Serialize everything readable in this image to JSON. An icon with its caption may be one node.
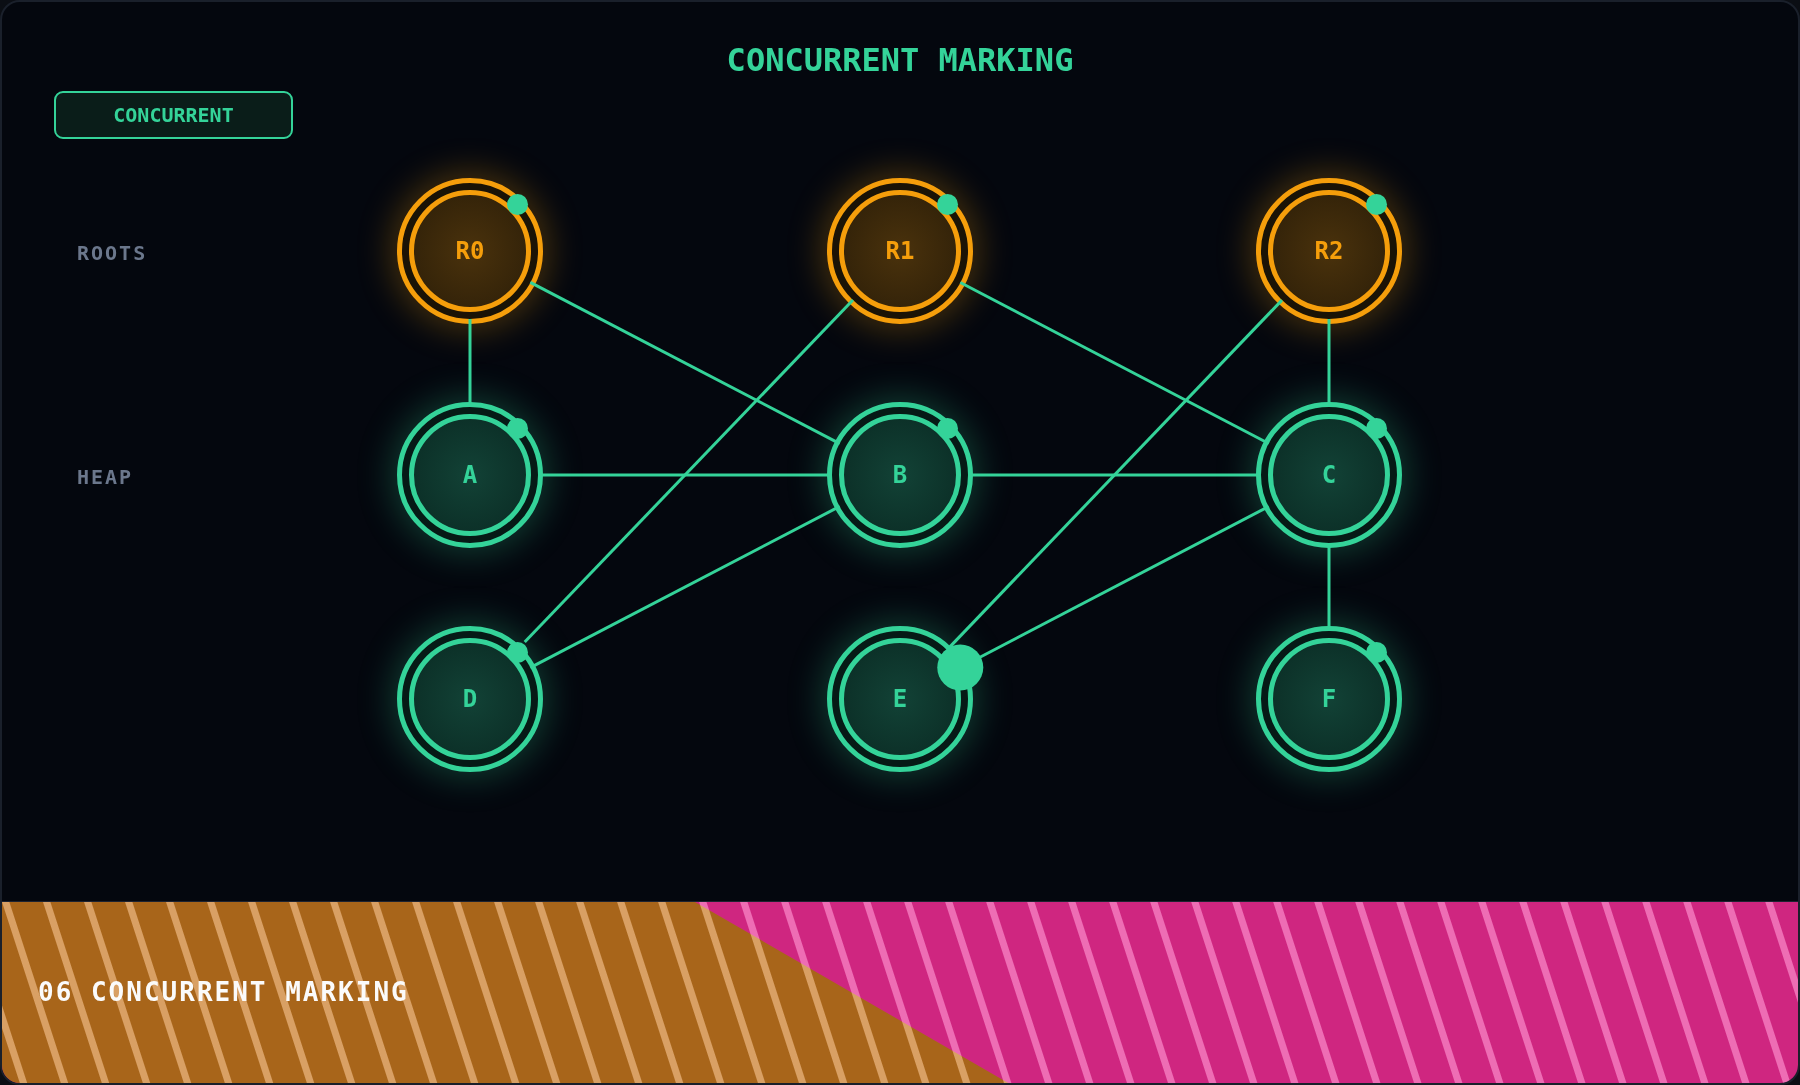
{
  "diagram": {
    "title": "CONCURRENT MARKING",
    "nodes": [
      {
        "text": [
          "CONCURRENT"
        ]
      },
      {
        "text": [
          "R0"
        ]
      },
      {
        "text": [
          "R1"
        ]
      },
      {
        "text": [
          "R2"
        ]
      },
      {
        "text": [
          "A"
        ]
      },
      {
        "text": [
          "B"
        ]
      },
      {
        "text": [
          "C"
        ]
      },
      {
        "text": [
          "D"
        ]
      },
      {
        "text": [
          "E"
        ]
      },
      {
        "text": [
          "F"
        ]
      },
      {
        "text": [
          "06 CONCURRENT MARKING"
        ]
      }
    ],
    "edges": [
      {
        "from": 1,
        "to": 4,
        "arrow": "none"
      },
      {
        "from": 1,
        "to": 5,
        "arrow": "none"
      },
      {
        "from": 2,
        "to": 7,
        "arrow": "none"
      },
      {
        "from": 2,
        "to": 6,
        "arrow": "none"
      },
      {
        "from": 3,
        "to": 8,
        "arrow": "none"
      },
      {
        "from": 3,
        "to": 6,
        "arrow": "none"
      },
      {
        "from": 6,
        "to": 9,
        "arrow": "none"
      },
      {
        "from": 4,
        "to": 5,
        "arrow": "none"
      },
      {
        "from": 5,
        "to": 6,
        "arrow": "none"
      },
      {
        "from": 5,
        "to": 7,
        "arrow": "none"
      },
      {
        "from": 6,
        "to": 8,
        "arrow": "other"
      }
    ],
    "labels": [
      "ROOTS",
      "HEAP"
    ]
  }
}
